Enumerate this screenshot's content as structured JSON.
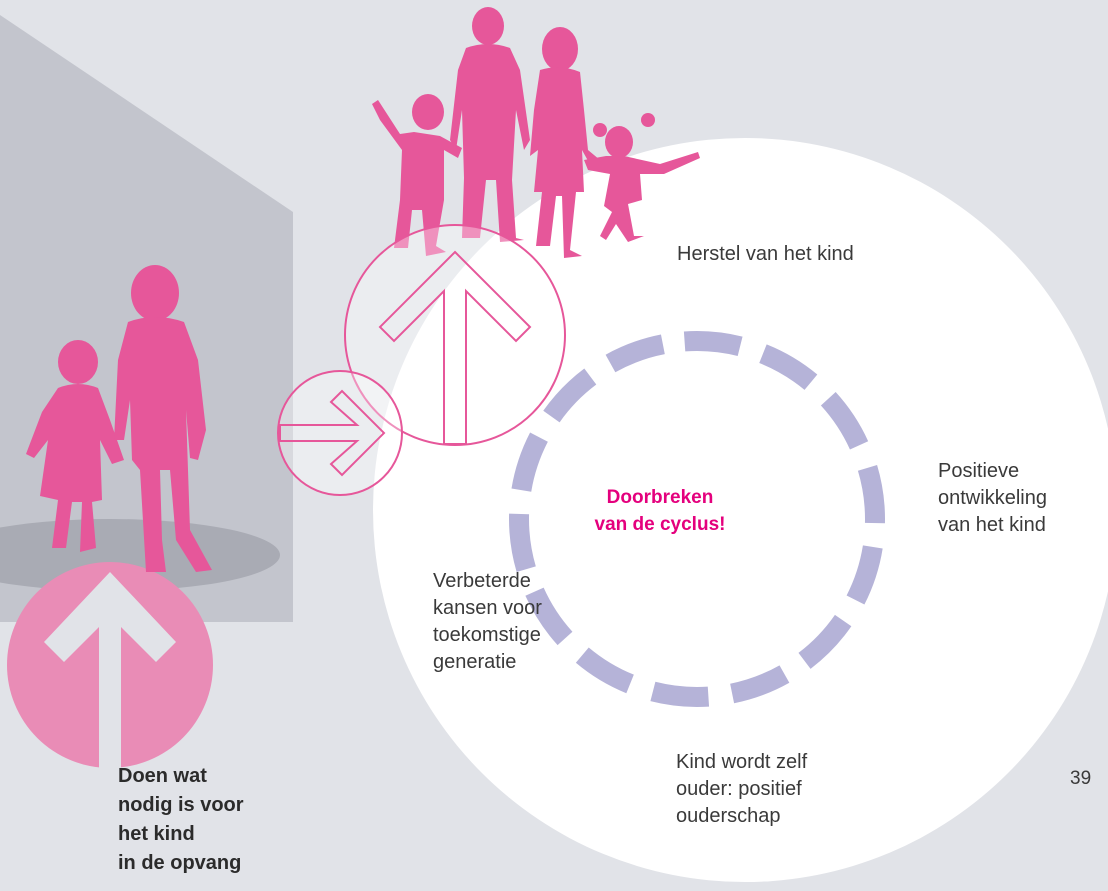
{
  "diagram": {
    "center_label": [
      "Doorbreken",
      "van de cyclus!"
    ],
    "stages": [
      {
        "lines": [
          "Herstel van het kind"
        ]
      },
      {
        "lines": [
          "Positieve",
          "ontwikkeling",
          "van het kind"
        ]
      },
      {
        "lines": [
          "Kind wordt zelf",
          "ouder: positief",
          "ouderschap"
        ]
      },
      {
        "lines": [
          "Verbeterde",
          "kansen voor",
          "toekomstige",
          "generatie"
        ]
      }
    ],
    "caption": [
      "Doen wat",
      "nodig is voor",
      "het kind",
      "in de opvang"
    ]
  },
  "page_number": "39",
  "colors": {
    "background": "#e1e3e8",
    "panel": "#c3c5cd",
    "accent_pink": "#e6579a",
    "cycle_arc": "#b5b3d8",
    "center_text": "#e4007d"
  },
  "icons": [
    "family-silhouette",
    "adult-child-silhouette",
    "arrow-up-icon",
    "arrow-right-icon"
  ]
}
